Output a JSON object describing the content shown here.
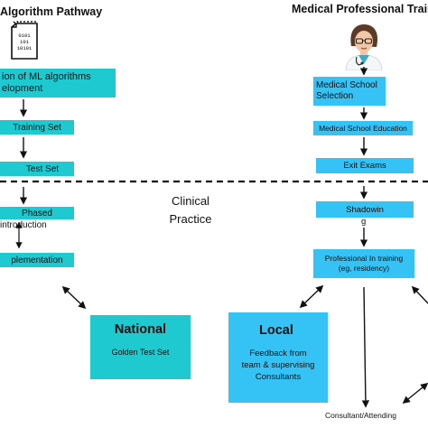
{
  "left_pathway": {
    "title": "Algorithm Pathway",
    "doc_binary_text": "0101 101 10101",
    "dev_box": "ion of ML algorithms\nelopment",
    "training_set": "Training Set",
    "test_set": "Test Set",
    "phased": "Phased",
    "introduction": "introduction",
    "implementation": "plementation"
  },
  "right_pathway": {
    "title": "Medical Professional Train",
    "med_school_selection": "Medical School\nSelection",
    "med_school_education": "Medical School Education",
    "exit_exams": "Exit Exams",
    "shadowing_line1": "Shadowin",
    "shadowing_line2": "g",
    "professional_training": "Professional In training\n(eg, residency)",
    "consultant": "Consultant/Attending"
  },
  "center": {
    "clinical_practice": "Clinical\nPractice"
  },
  "national": {
    "title": "National",
    "subtitle": "Golden Test Set"
  },
  "local": {
    "title": "Local",
    "body": "Feedback from\nteam & supervising\nConsultants"
  },
  "colors": {
    "teal": "#1fc9d0",
    "blue": "#35c3f5",
    "dashed_line": "#111111"
  }
}
